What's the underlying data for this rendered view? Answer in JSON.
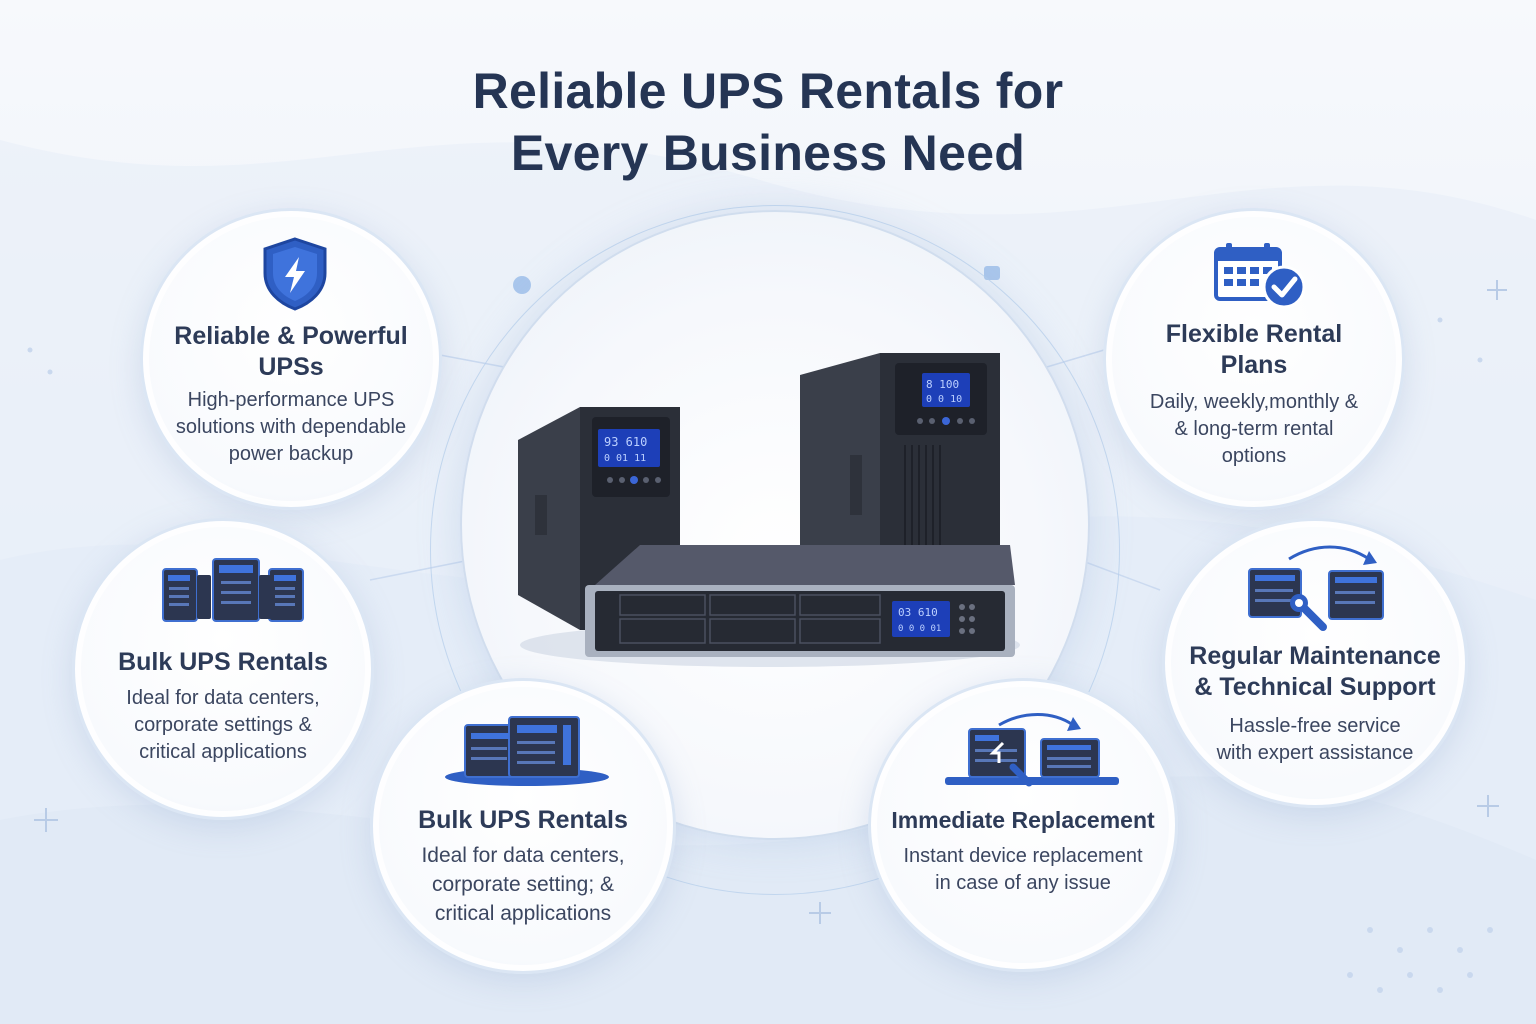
{
  "title": {
    "line1": "Reliable UPS Rentals for",
    "line2": "Every Business Need"
  },
  "features": [
    {
      "id": "reliable",
      "title_line1": "Reliable & Powerful",
      "title_line2": "UPSs",
      "desc_line1": "High-performance UPS",
      "desc_line2": "solutions with dependable",
      "desc_line3": "power backup",
      "icon": "shield-lightning-icon"
    },
    {
      "id": "flexible",
      "title_line1": "Flexible Rental",
      "title_line2": "Plans",
      "desc_line1": "Daily, weekly,monthly &",
      "desc_line2": "& long-term rental",
      "desc_line3": "options",
      "icon": "calendar-check-icon"
    },
    {
      "id": "bulk1",
      "title_line1": "Bulk UPS Rentals",
      "desc_line1": "Ideal for data centers,",
      "desc_line2": "corporate settings &",
      "desc_line3": "critical applications",
      "icon": "ups-rack-icon"
    },
    {
      "id": "maintenance",
      "title_line1": "Regular Maintenance",
      "title_line2": "& Technical Support",
      "desc_line1": "Hassle-free service",
      "desc_line2": "with expert assistance",
      "icon": "maintenance-wrench-icon"
    },
    {
      "id": "bulk2",
      "title_line1": "Bulk UPS Rentals",
      "desc_line1": "Ideal for data centers,",
      "desc_line2": "corporate setting; &",
      "desc_line3": "critical applications",
      "icon": "ups-units-icon"
    },
    {
      "id": "replacement",
      "title_line1": "Immediate Replacement",
      "desc_line1": "Instant device replacement",
      "desc_line2": "in case of any issue",
      "icon": "replacement-swap-icon"
    }
  ],
  "device_displays": {
    "tower_left": [
      "93 610",
      "0 01 11"
    ],
    "tower_right": [
      "8 100",
      "0 0 10"
    ],
    "rack": [
      "03 610",
      "0 0 0 01"
    ]
  },
  "colors": {
    "accent": "#2f5fc4",
    "title": "#253554",
    "device_dark": "#2b2f38",
    "screen_blue": "#1d3fb8"
  }
}
